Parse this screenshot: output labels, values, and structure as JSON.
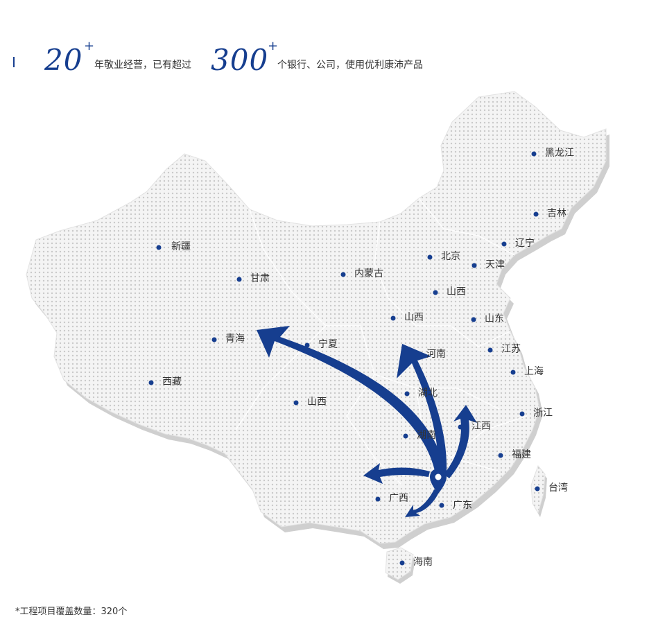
{
  "headline": {
    "years": "20",
    "years_plus": "+",
    "years_text": "年敬业经营，已有超过",
    "clients": "300",
    "clients_plus": "+",
    "clients_text": "个银行、公司，使用优利康沛产品"
  },
  "colors": {
    "accent": "#163e8f",
    "map_fill": "#efefef",
    "map_shadow": "#cfcfcf",
    "dot": "#163e8f"
  },
  "provinces": [
    {
      "id": "heilongjiang",
      "name": "黑龙江"
    },
    {
      "id": "jilin",
      "name": "吉林"
    },
    {
      "id": "liaoning",
      "name": "辽宁"
    },
    {
      "id": "beijing",
      "name": "北京"
    },
    {
      "id": "tianjin",
      "name": "天津"
    },
    {
      "id": "xinjiang",
      "name": "新疆"
    },
    {
      "id": "gansu",
      "name": "甘肃"
    },
    {
      "id": "neimenggu",
      "name": "内蒙古"
    },
    {
      "id": "shanxi-north",
      "name": "山西"
    },
    {
      "id": "shanxi-mid",
      "name": "山西"
    },
    {
      "id": "shandong",
      "name": "山东"
    },
    {
      "id": "qinghai",
      "name": "青海"
    },
    {
      "id": "ningxia",
      "name": "宁夏"
    },
    {
      "id": "henan",
      "name": "河南"
    },
    {
      "id": "jiangsu",
      "name": "江苏"
    },
    {
      "id": "shanghai",
      "name": "上海"
    },
    {
      "id": "xizang",
      "name": "西藏"
    },
    {
      "id": "shanxi-west",
      "name": "山西"
    },
    {
      "id": "hubei",
      "name": "湖北"
    },
    {
      "id": "zhejiang",
      "name": "浙江"
    },
    {
      "id": "jiangxi",
      "name": "江西"
    },
    {
      "id": "hunan",
      "name": "湖南"
    },
    {
      "id": "fujian",
      "name": "福建"
    },
    {
      "id": "taiwan",
      "name": "台湾"
    },
    {
      "id": "guangxi",
      "name": "广西"
    },
    {
      "id": "guangdong",
      "name": "广东"
    },
    {
      "id": "hainan",
      "name": "海南"
    }
  ],
  "footnote": "*工程项目覆盖数量：320个"
}
